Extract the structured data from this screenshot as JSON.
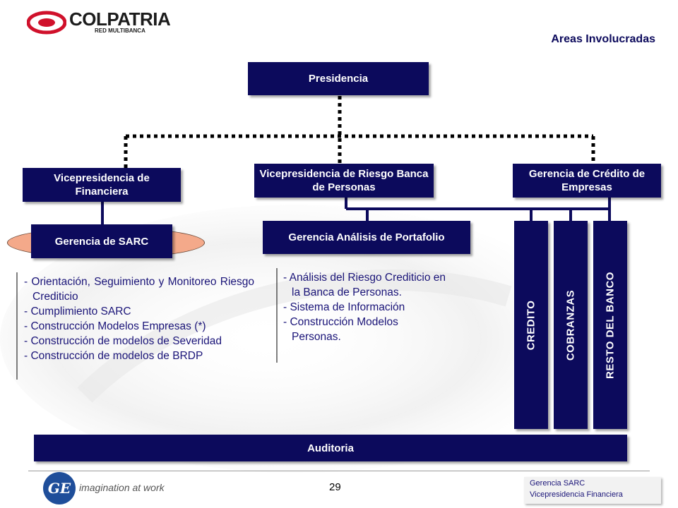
{
  "header": {
    "logo_text": "COLPATRIA",
    "logo_subtext": "RED MULTIBANCA",
    "section_title": "Areas Involucradas"
  },
  "org": {
    "presidencia": "Presidencia",
    "vp_financiera": "Vicepresidencia de Financiera",
    "vp_riesgo": "Vicepresidencia de Riesgo Banca de Personas",
    "gerencia_credito": "Gerencia de Crédito de Empresas",
    "gerencia_sarc": "Gerencia de SARC",
    "gerencia_portafolio": "Gerencia Análisis de Portafolio",
    "credito": "CREDITO",
    "cobranzas": "COBRANZAS",
    "resto_banco": "RESTO DEL BANCO",
    "auditoria": "Auditoria"
  },
  "sarc_list": [
    "- Orientación, Seguimiento y Monitoreo Riesgo Crediticio",
    "- Cumplimiento SARC",
    "- Construcción Modelos Empresas (*)",
    "- Construcción de modelos de Severidad",
    "- Construcción de modelos de BRDP"
  ],
  "portafolio_list": [
    "- Análisis del Riesgo Crediticio en la Banca de Personas.",
    "- Sistema de Información",
    "- Construcción Modelos Personas."
  ],
  "footer": {
    "ge_logo_text": "GE",
    "tagline": "imagination at work",
    "page_number": "29",
    "note_line1": "Gerencia SARC",
    "note_line2": "Vicepresidencia Financiera"
  },
  "colors": {
    "box_fill": "#0c0a5c",
    "text_blue": "#1a1478",
    "ellipse_fill": "#f4a98a",
    "logo_red": "#d0112b"
  }
}
